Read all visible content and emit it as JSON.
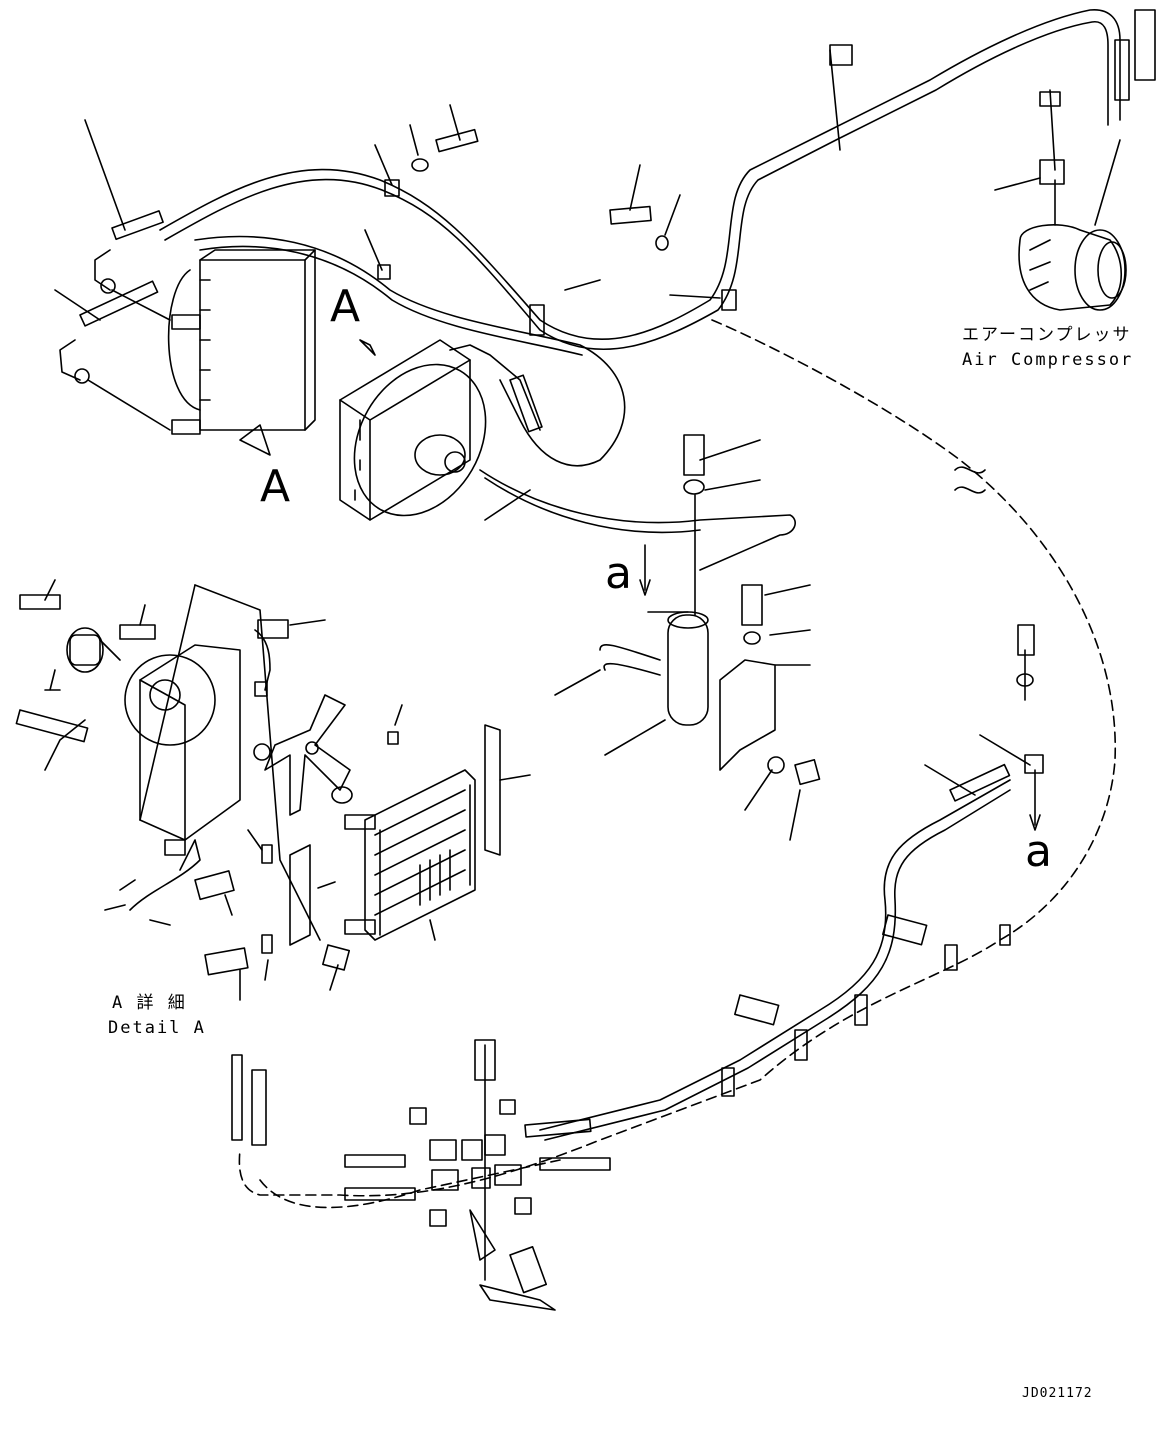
{
  "labels": {
    "view_a_top": "A",
    "view_a_left": "A",
    "section_a_left": "a",
    "section_a_right": "a",
    "air_compressor_jp": "エアーコンプレッサ",
    "air_compressor_en": "Air Compressor",
    "detail_a_jp": "A 詳 細",
    "detail_a_en": "Detail A",
    "drawing_code": "JD021172"
  },
  "colors": {
    "line": "#000000",
    "background": "#ffffff"
  }
}
